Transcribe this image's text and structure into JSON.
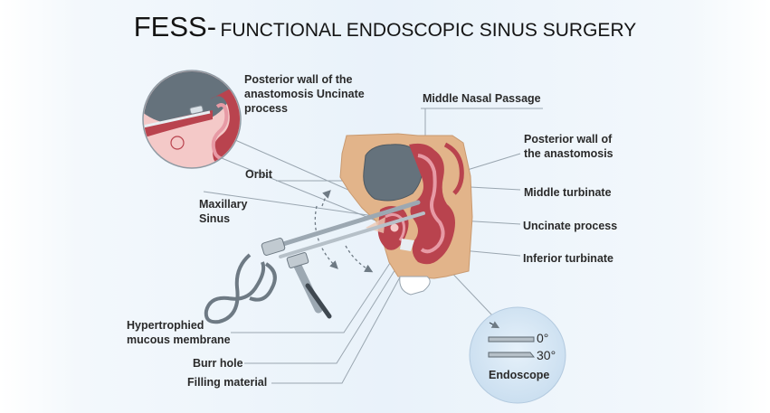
{
  "title": {
    "main": "FESS-",
    "sub": "FUNCTIONAL ENDOSCOPIC SINUS SURGERY"
  },
  "labels": {
    "inset_line1": "Posterior wall of the",
    "inset_line2": "anastomosis Uncinate",
    "inset_line3": "process",
    "middle_nasal_passage": "Middle Nasal Passage",
    "posterior_wall_line1": "Posterior wall of",
    "posterior_wall_line2": "the anastomosis",
    "orbit": "Orbit",
    "middle_turbinate": "Middle turbinate",
    "maxillary_line1": "Maxillary",
    "maxillary_line2": "Sinus",
    "uncinate_process": "Uncinate process",
    "inferior_turbinate": "Inferior turbinate",
    "hypertrophied_line1": "Hypertrophied",
    "hypertrophied_line2": "mucous membrane",
    "burr_hole": "Burr hole",
    "filling_material": "Filling material"
  },
  "endoscope_panel": {
    "angle_0": "0°",
    "angle_30": "30°",
    "caption": "Endoscope"
  },
  "colors": {
    "bone": "#e2b48a",
    "mucosa_red": "#b9434e",
    "mucosa_pink": "#e79aa5",
    "orbit_gray": "#65727c",
    "inset_bg": "#f4c9c8",
    "leader_line": "#9aa6b0",
    "endoscope_circle": "#d5e7f5",
    "instrument": "#9ca8b2"
  }
}
